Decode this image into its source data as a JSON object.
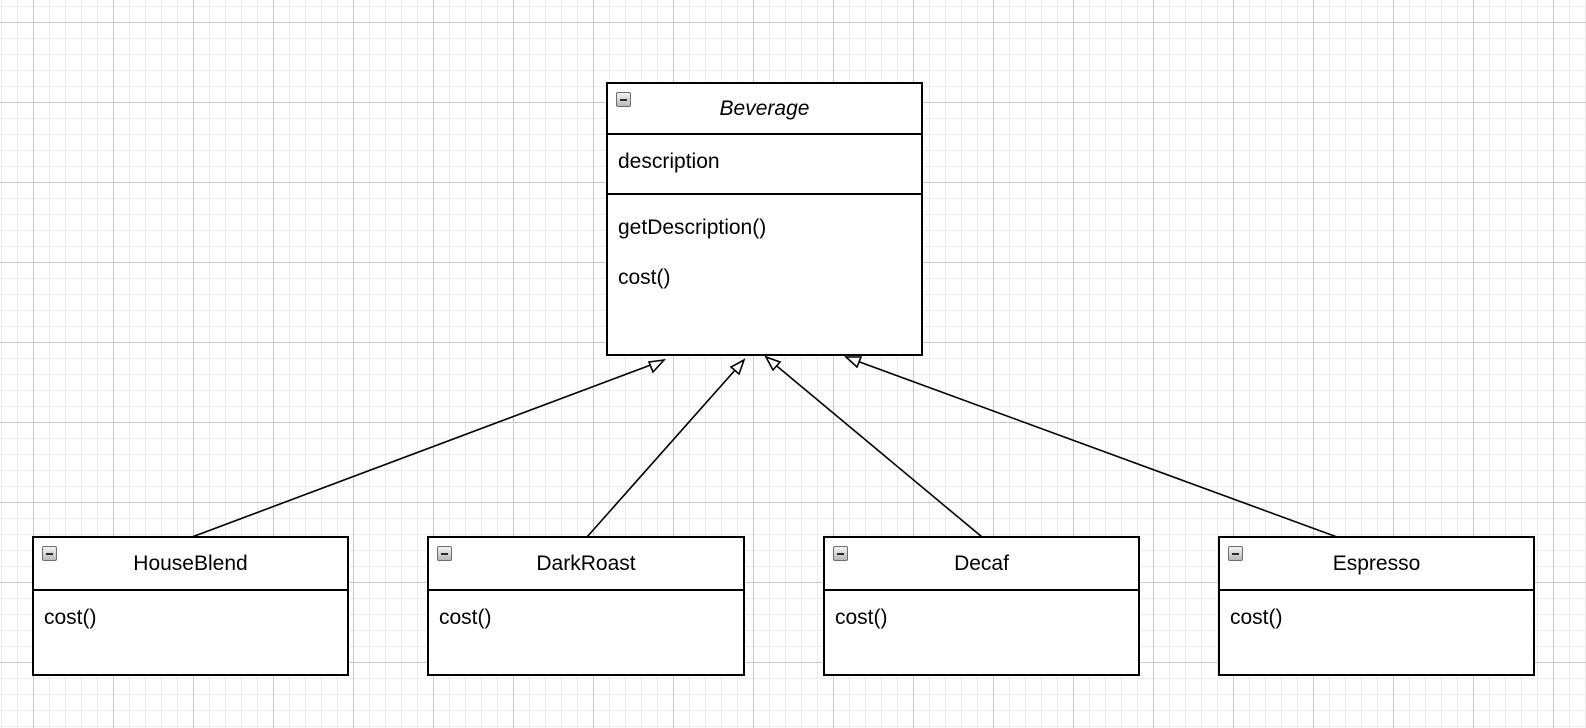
{
  "diagram": {
    "parent": {
      "name": "Beverage",
      "attributes": [
        "description"
      ],
      "methods": [
        "getDescription()",
        "cost()"
      ]
    },
    "children": [
      {
        "name": "HouseBlend",
        "methods": [
          "cost()"
        ]
      },
      {
        "name": "DarkRoast",
        "methods": [
          "cost()"
        ]
      },
      {
        "name": "Decaf",
        "methods": [
          "cost()"
        ]
      },
      {
        "name": "Espresso",
        "methods": [
          "cost()"
        ]
      }
    ],
    "relationship": "generalization"
  }
}
